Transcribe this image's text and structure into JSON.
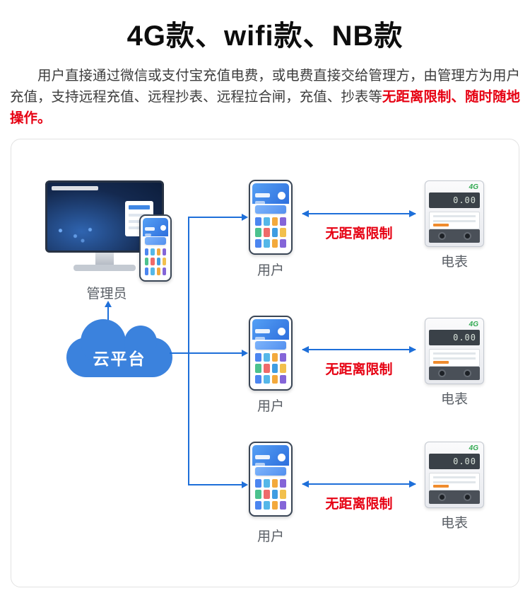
{
  "page": {
    "title": "4G款、wifi款、NB款",
    "description": {
      "normal": "用户直接通过微信或支付宝充值电费，或电费直接交给管理方，由管理方为用户充值，支持远程充值、远程抄表、远程拉合闸，充值、抄表等",
      "highlight": "无距离限制、随时随地操作。"
    }
  },
  "diagram": {
    "admin": {
      "label": "管理员"
    },
    "cloud": {
      "label": "云平台"
    },
    "meter": {
      "badge": "4G",
      "lcd_value": "0.00"
    },
    "rows": [
      {
        "user_label": "用户",
        "link_label": "无距离限制",
        "meter_label": "电表"
      },
      {
        "user_label": "用户",
        "link_label": "无距离限制",
        "meter_label": "电表"
      },
      {
        "user_label": "用户",
        "link_label": "无距离限制",
        "meter_label": "电表"
      }
    ],
    "colors": {
      "arrow_blue": "#1e6fd9",
      "cloud_blue": "#3b82dd",
      "highlight_red": "#e60012"
    }
  }
}
